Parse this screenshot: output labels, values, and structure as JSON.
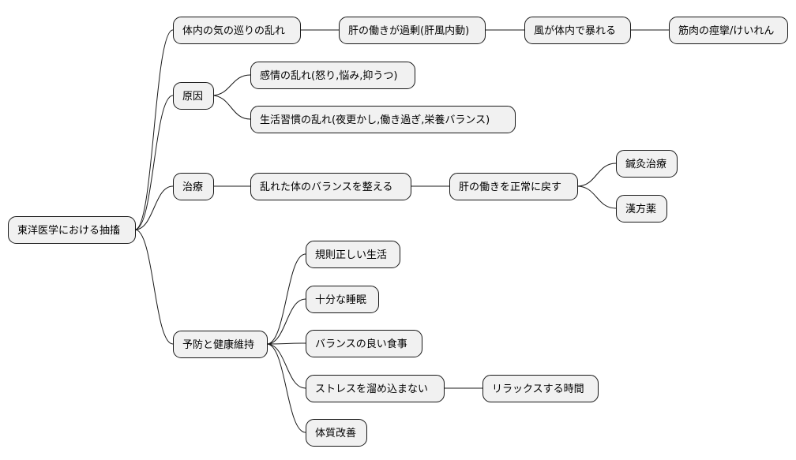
{
  "diagram": {
    "nodes": {
      "root": "東洋医学における抽搐",
      "cause_qi": "体内の気の巡りの乱れ",
      "liver_excess": "肝の働きが過剰(肝風内動)",
      "wind": "風が体内で暴れる",
      "spasm": "筋肉の痙攣/けいれん",
      "cause": "原因",
      "emotion": "感情の乱れ(怒り,悩み,抑うつ)",
      "lifestyle": "生活習慣の乱れ(夜更かし,働き過ぎ,栄養バランス)",
      "treatment": "治療",
      "rebalance": "乱れた体のバランスを整える",
      "liver_normal": "肝の働きを正常に戻す",
      "acupuncture": "鍼灸治療",
      "kampo": "漢方薬",
      "prevention": "予防と健康維持",
      "regular_life": "規則正しい生活",
      "sleep": "十分な睡眠",
      "diet": "バランスの良い食事",
      "stress": "ストレスを溜め込まない",
      "relax": "リラックスする時間",
      "constitution": "体質改善"
    }
  }
}
